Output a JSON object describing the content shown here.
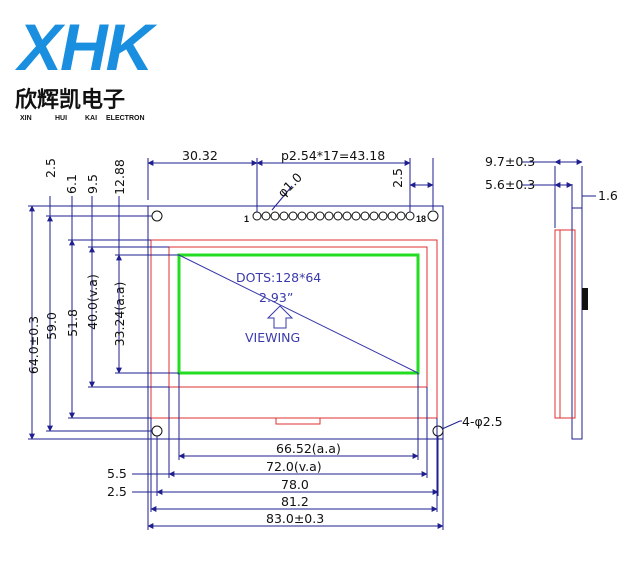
{
  "brand": {
    "logo_text": "XHK",
    "name_cn": "欣辉凯电子",
    "name_en": [
      "XIN",
      "HUI",
      "KAI",
      "ELECTRON"
    ],
    "logo_color": "#1a8fe0"
  },
  "front_view": {
    "lcd_text": {
      "dots": "DOTS:128*64",
      "size": "2.93”",
      "viewing": "VIEWING"
    },
    "pins": {
      "first": "1",
      "last": "18"
    },
    "top_dims": {
      "pin_offset": "30.32",
      "pin_pitch": "p2.54*17=43.18",
      "right_margin": "2.5",
      "pin_hole": "φ1.0"
    },
    "left_dims": {
      "d1": "2.5",
      "d2": "6.1",
      "d3": "9.5",
      "d4": "12.88",
      "height_total": "64.0±0.3",
      "height_59": "59.0",
      "height_518": "51.8",
      "va_height": "40.0(v.a)",
      "aa_height": "33.24(a.a)"
    },
    "bottom_dims": {
      "aa_width": "66.52(a.a)",
      "va_width": "72.0(v.a)",
      "w78": "78.0",
      "w812": "81.2",
      "w83": "83.0±0.3",
      "left_55": "5.5",
      "left_25": "2.5"
    },
    "mount_holes": "4-φ2.5"
  },
  "side_view": {
    "d_total": "9.7±0.3",
    "d_body": "5.6±0.3",
    "d_pcb": "1.6"
  },
  "colors": {
    "outline": "#1f1f8f",
    "bezel": "#e03030",
    "active_area": "#22dd22"
  }
}
